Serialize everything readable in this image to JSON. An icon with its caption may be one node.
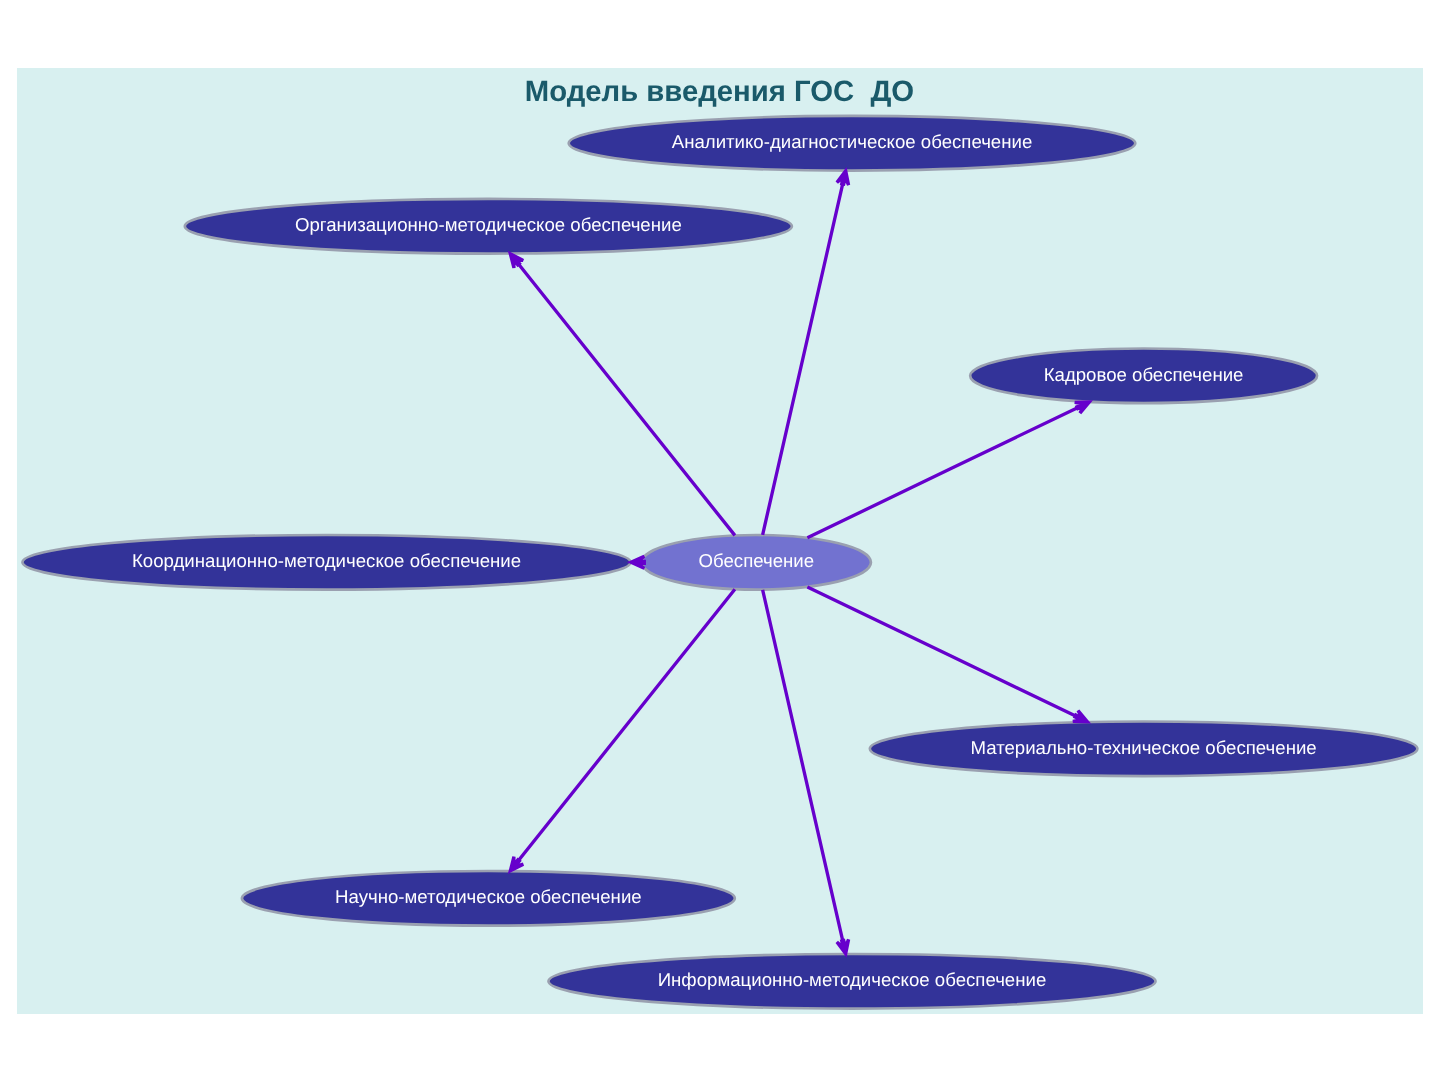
{
  "diagram": {
    "title": "Модель введения ГОС  ДО",
    "nodes": [
      {
        "text": [
          "Обеспечение"
        ]
      },
      {
        "text": [
          "Кадровое обеспечение"
        ]
      },
      {
        "text": [
          "Аналитико-диагностическое обеспечение"
        ]
      },
      {
        "text": [
          "Организационно-методическое обеспечение"
        ]
      },
      {
        "text": [
          "Координационно-методическое обеспечение"
        ]
      },
      {
        "text": [
          "Научно-методическое обеспечение"
        ]
      },
      {
        "text": [
          "Информационно-методическое обеспечение"
        ]
      },
      {
        "text": [
          "Материально-техническое обеспечение"
        ]
      }
    ],
    "edges": [
      {
        "from": 0,
        "to": 1,
        "arrow": "to"
      },
      {
        "from": 0,
        "to": 2,
        "arrow": "to"
      },
      {
        "from": 0,
        "to": 3,
        "arrow": "to"
      },
      {
        "from": 0,
        "to": 4,
        "arrow": "to"
      },
      {
        "from": 0,
        "to": 5,
        "arrow": "to"
      },
      {
        "from": 0,
        "to": 6,
        "arrow": "to"
      },
      {
        "from": 0,
        "to": 7,
        "arrow": "to"
      }
    ]
  }
}
